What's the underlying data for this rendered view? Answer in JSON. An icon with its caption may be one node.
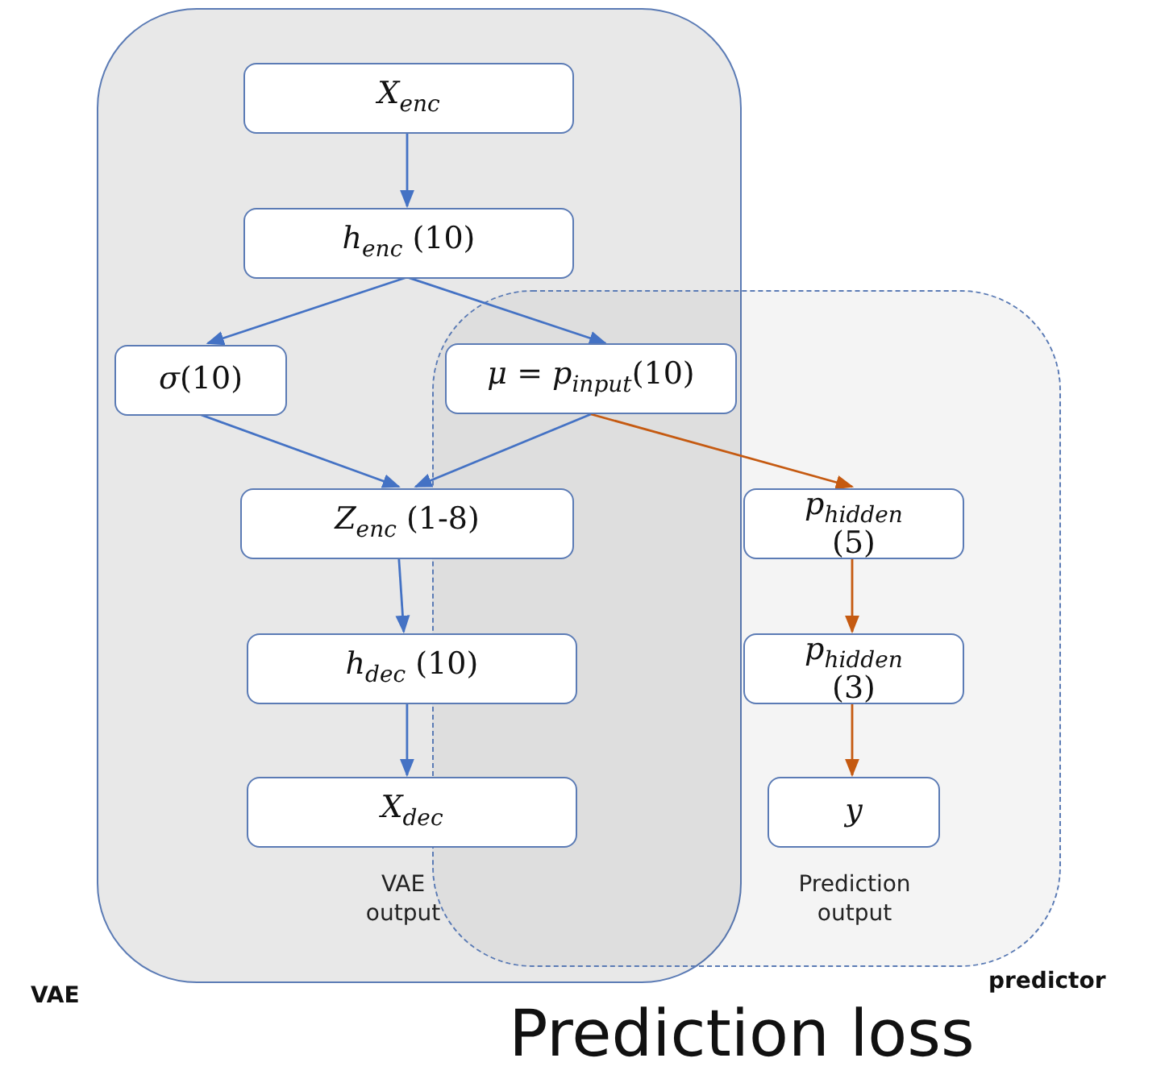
{
  "diagram": {
    "nodes": [
      {
        "text": [
          "VAE"
        ]
      },
      {
        "text": [
          "*X*$_{enc}$"
        ],
        "in": 0
      },
      {
        "text": [
          "*h*$_{enc}$ (10)"
        ],
        "in": 0
      },
      {
        "text": [
          "*σ*(10)"
        ],
        "in": 0
      },
      {
        "text": [
          "predictor"
        ]
      },
      {
        "text": [
          "*μ* = *p*$_{input}$(10)"
        ]
      },
      {
        "text": [
          "*Z*$_{enc}$ (1-8)"
        ],
        "in": 0
      },
      {
        "text": [
          "*p*$_{hidden}$ (5)"
        ],
        "in": 4
      },
      {
        "text": [
          "*h*$_{dec}$ (10)"
        ],
        "in": 0
      },
      {
        "text": [
          "*p*$_{hidden}$ (3)"
        ],
        "in": 4
      },
      {
        "text": [
          "*X*$_{dec}$"
        ],
        "in": 0
      },
      {
        "text": [
          "*y*"
        ],
        "in": 4
      }
    ],
    "edges": [
      {
        "from": 1,
        "to": 2,
        "arrow": "to"
      },
      {
        "from": 2,
        "to": 3,
        "arrow": "to"
      },
      {
        "from": 2,
        "to": 5,
        "arrow": "to"
      },
      {
        "from": 3,
        "to": 6,
        "arrow": "to"
      },
      {
        "from": 5,
        "to": 6,
        "arrow": "to"
      },
      {
        "from": 6,
        "to": 8,
        "arrow": "to"
      },
      {
        "from": 8,
        "to": 10,
        "arrow": "to"
      },
      {
        "from": 5,
        "to": 7,
        "arrow": "to",
        "color": "#c55a11"
      },
      {
        "from": 7,
        "to": 9,
        "arrow": "to",
        "color": "#c55a11"
      },
      {
        "from": 9,
        "to": 11,
        "arrow": "to",
        "color": "#c55a11"
      }
    ],
    "labels": [
      "VAE output",
      "Prediction output",
      "Prediction loss"
    ]
  }
}
